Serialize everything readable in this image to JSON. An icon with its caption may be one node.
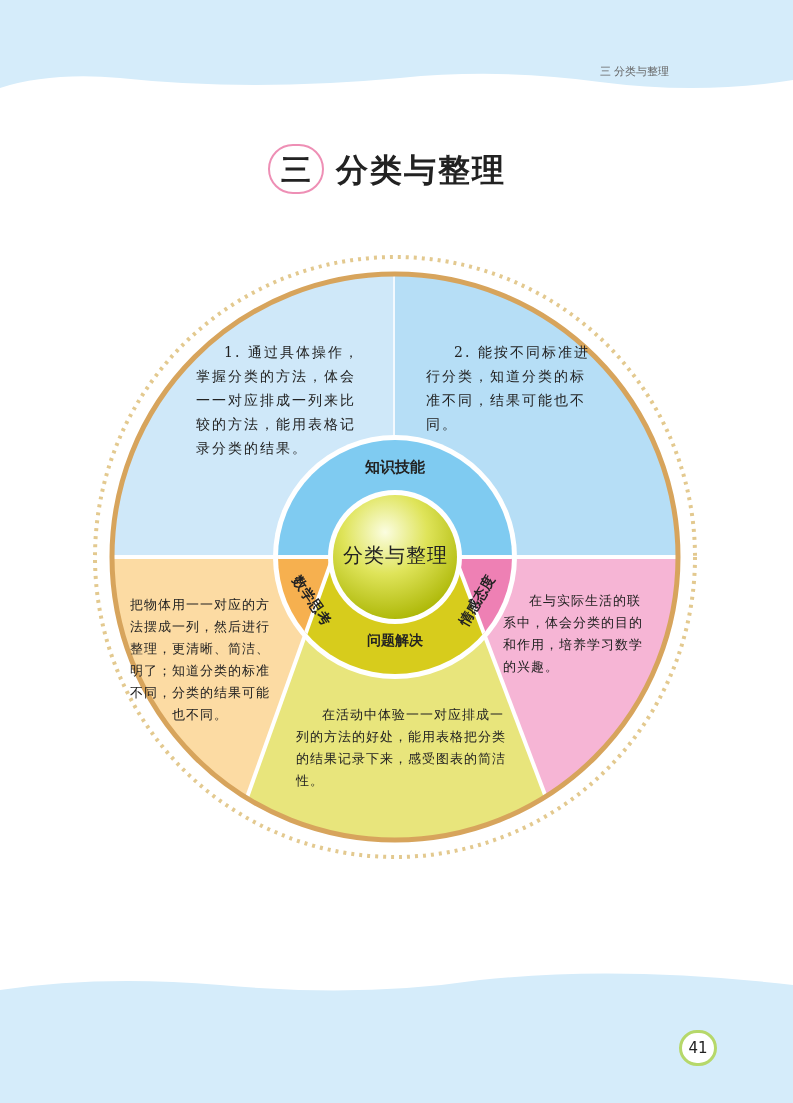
{
  "diagram": {
    "title": "分类与整理",
    "nodes": [
      {
        "text": [
          "1. 通过具体操作，掌握分类的方法，体会一一对应排成一列来比较的方法，能用表格记录分类的结果。"
        ]
      },
      {
        "text": [
          "2. 能按不同标准进行分类，知道分类的标准不同，结果可能也不同。"
        ]
      },
      {
        "text": [
          "知识技能"
        ]
      },
      {
        "text": [
          "分类与整理"
        ]
      },
      {
        "text": [
          "数学思考"
        ]
      },
      {
        "text": [
          "情感态度"
        ]
      },
      {
        "text": [
          "把物体用一一对应的方法摆成一列，然后进行整理，更清晰、简洁、明了；知道分类的标准不同，分类的结果可能也不同。"
        ]
      },
      {
        "text": [
          "在与实际生活的联系中，体会分类的目的和作用，培养学习数学的兴趣。"
        ]
      },
      {
        "text": [
          "问题解决"
        ]
      },
      {
        "text": [
          "在活动中体验一一对应排成一列的方法的好处，能用表格把分类的结果记录下来，感受图表的简洁性。"
        ]
      }
    ],
    "labels": [
      "三 分类与整理",
      "三",
      "41"
    ]
  }
}
